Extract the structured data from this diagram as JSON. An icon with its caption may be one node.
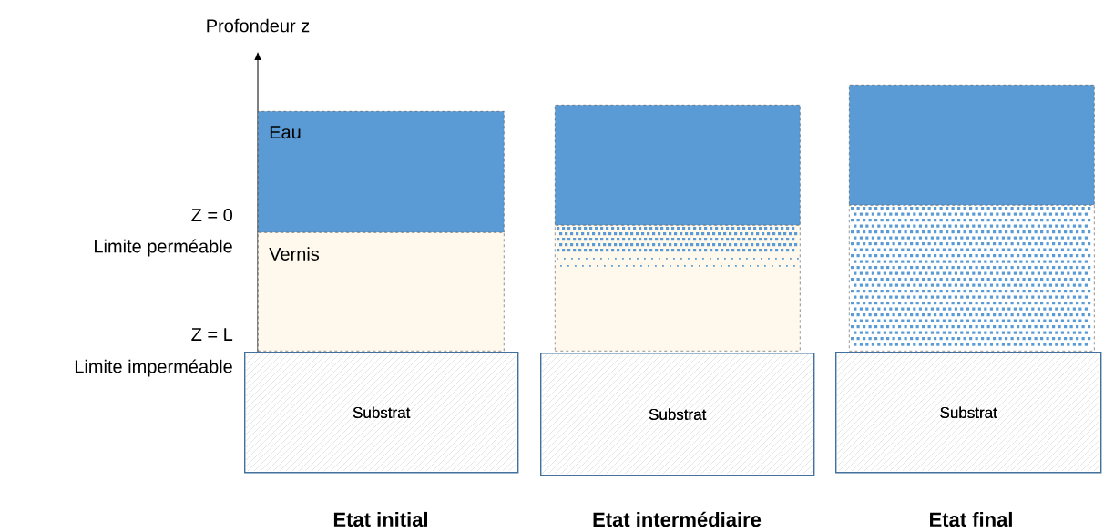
{
  "diagram": {
    "nodes": [
      {
        "text": [
          "Eau"
        ]
      },
      {
        "text": [
          "Vernis"
        ]
      },
      {
        "text": [
          "Substrat"
        ]
      },
      {
        "text": [],
        "shape": "box"
      },
      {
        "text": [],
        "shape": "box"
      },
      {
        "text": [
          "Substrat"
        ]
      },
      {
        "text": [],
        "shape": "box"
      },
      {
        "text": [],
        "shape": "box"
      },
      {
        "text": [
          "Substrat"
        ]
      }
    ],
    "labels": [
      "Profondeur z",
      "Z =  0",
      "Limite perméable",
      "Z =  L",
      "Limite imperméable",
      "Etat initial",
      "Etat intermédiaire",
      "Etat final"
    ]
  }
}
